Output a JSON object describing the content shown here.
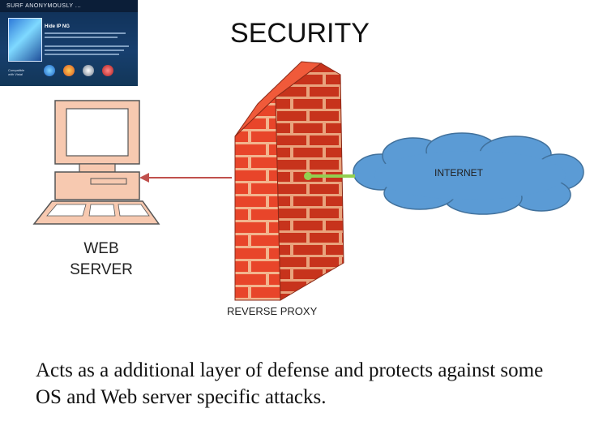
{
  "slide": {
    "title": "SECURITY",
    "caption": "Acts as a additional layer of defense and protects against some OS and Web server specific attacks."
  },
  "thumbnail": {
    "banner": "SURF ANONYMOUSLY ...",
    "product": "Hide IP NG",
    "compat": "Compatible with Vista!"
  },
  "diagram": {
    "web_server_label": [
      "WEB",
      "SERVER"
    ],
    "reverse_proxy_label": "REVERSE PROXY",
    "internet_label": "INTERNET"
  },
  "colors": {
    "brick": "#e8452a",
    "mortar": "#f2b48e",
    "cloud": "#5b9bd5",
    "arrow": "#c0504d",
    "connector": "#92d050",
    "computer": "#f7c9b0"
  }
}
